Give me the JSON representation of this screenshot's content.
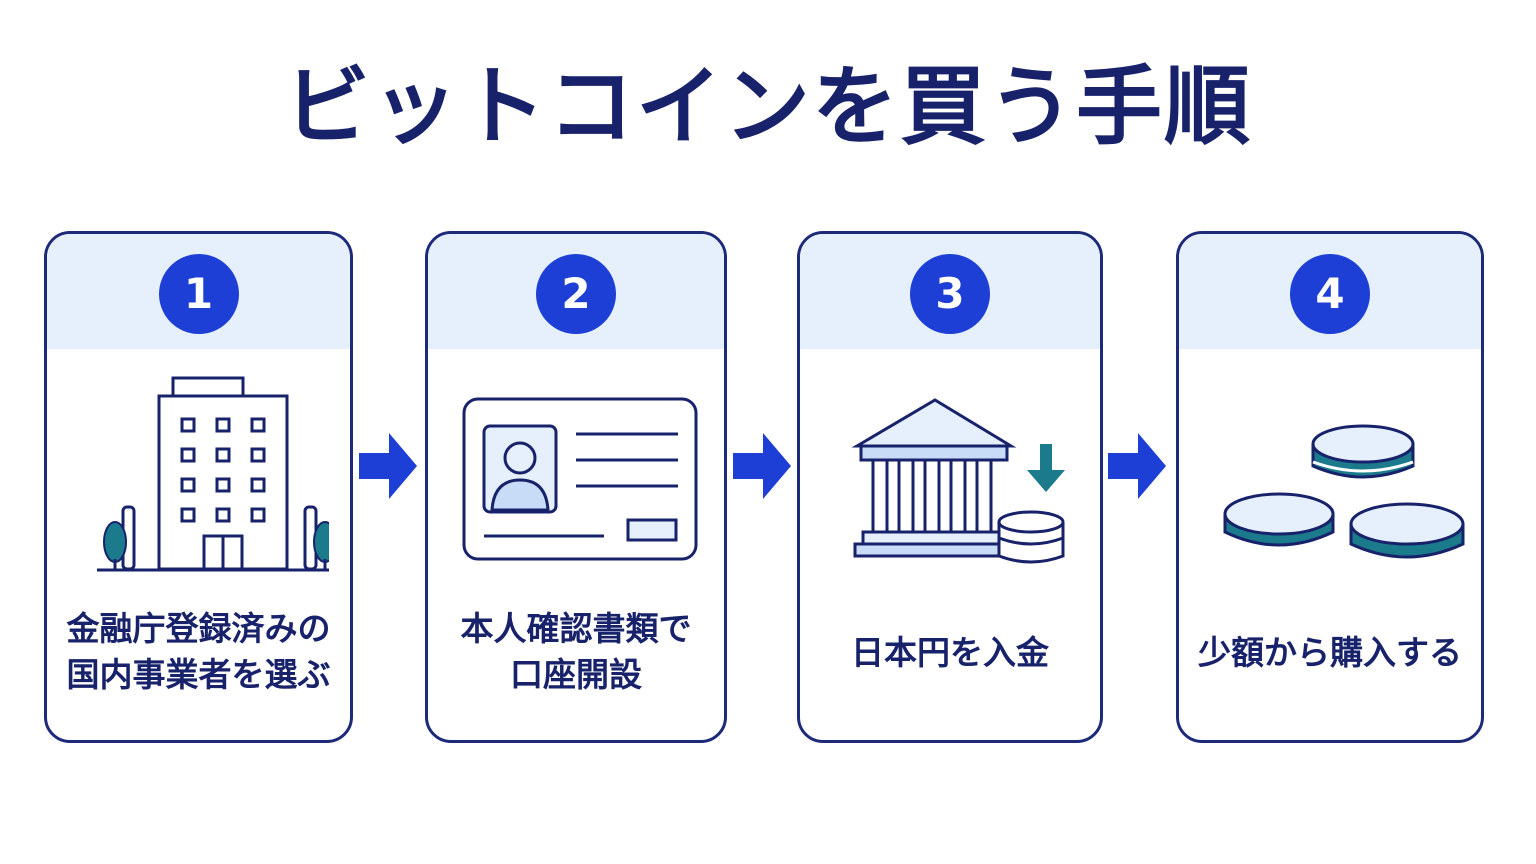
{
  "title": "ビットコインを買う手順",
  "steps": [
    {
      "number": "1",
      "label_line1": "金融庁登録済みの",
      "label_line2": "国内事業者を選ぶ",
      "icon": "office-building-icon"
    },
    {
      "number": "2",
      "label_line1": "本人確認書類で",
      "label_line2": "口座開設",
      "icon": "id-card-icon"
    },
    {
      "number": "3",
      "label_line1": "日本円を入金",
      "icon": "bank-deposit-icon"
    },
    {
      "number": "4",
      "label_line1": "少額から購入する",
      "icon": "coins-icon"
    }
  ],
  "colors": {
    "navy": "#17226b",
    "accent_blue": "#1d3fd6",
    "header_tint": "#e6f0fc",
    "teal": "#1b7a8c"
  }
}
